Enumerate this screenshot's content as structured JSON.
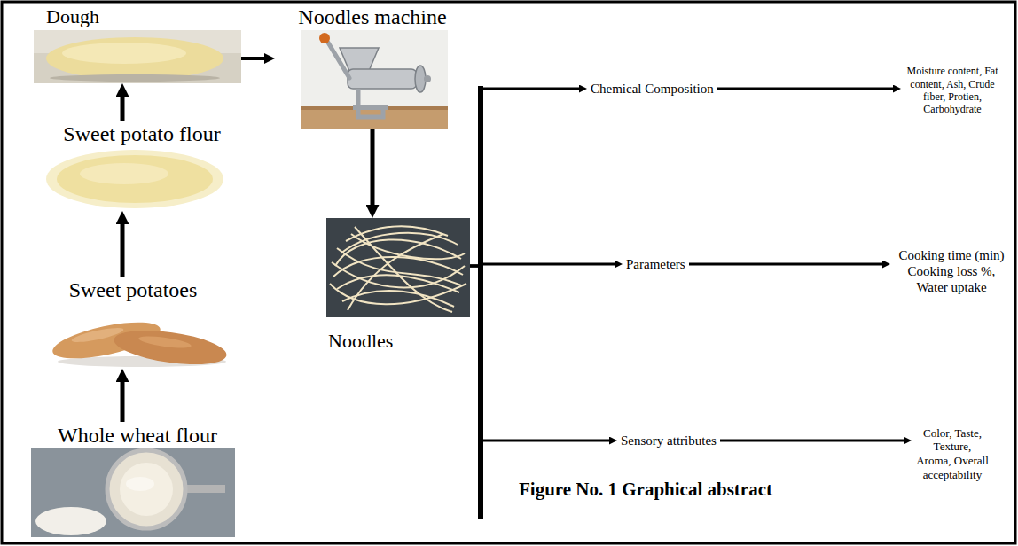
{
  "diagram": {
    "caption": "Figure No. 1 Graphical abstract",
    "nodes": [
      {
        "text": [
          "Dough"
        ]
      },
      {
        "text": [
          "Noodles machine"
        ]
      },
      {
        "text": [
          "Sweet potato flour"
        ]
      },
      {
        "text": [
          "Noodles"
        ]
      },
      {
        "text": [
          "Sweet potatoes"
        ]
      },
      {
        "text": [
          "Whole wheat flour"
        ]
      },
      {
        "text": [
          "Chemical Composition"
        ]
      },
      {
        "text": [
          "Moisture content, Fat content, Ash, Crude fiber, Protien, Carbohydrate"
        ]
      },
      {
        "text": [
          "Parameters"
        ]
      },
      {
        "text": [
          "Cooking time (min) Cooking loss %, Water uptake"
        ]
      },
      {
        "text": [
          "Sensory attributes"
        ]
      },
      {
        "text": [
          "Color, Taste, Texture, Aroma, Overall acceptability"
        ]
      }
    ],
    "edges": [
      {
        "from": 5,
        "to": 4,
        "arrow": "to"
      },
      {
        "from": 4,
        "to": 2,
        "arrow": "to"
      },
      {
        "from": 2,
        "to": 0,
        "arrow": "to"
      },
      {
        "from": 0,
        "to": 1,
        "arrow": "to"
      },
      {
        "from": 1,
        "to": 3,
        "arrow": "to"
      },
      {
        "from": 3,
        "to": 6,
        "arrow": "to"
      },
      {
        "from": 3,
        "to": 8,
        "arrow": "to"
      },
      {
        "from": 3,
        "to": 10,
        "arrow": "to"
      },
      {
        "from": 6,
        "to": 7,
        "arrow": "to"
      },
      {
        "from": 8,
        "to": 9,
        "arrow": "to"
      },
      {
        "from": 10,
        "to": 11,
        "arrow": "to"
      }
    ]
  }
}
